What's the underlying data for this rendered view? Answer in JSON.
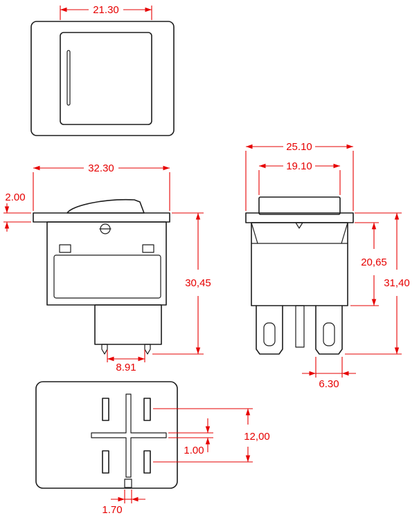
{
  "drawing": {
    "background": "#ffffff",
    "outline_color": "#1c1c1c",
    "dimension_color": "#e60000"
  },
  "views": {
    "top_view": {
      "dimensions": {
        "rocker_width": "21.30"
      }
    },
    "side_view": {
      "dimensions": {
        "flange_width": "32.30",
        "flange_thickness": "2.00",
        "overall_height": "30,45",
        "pin_spacing": "8.91"
      }
    },
    "front_view": {
      "dimensions": {
        "bezel_width": "25.10",
        "rocker_width": "19.10",
        "body_height": "20,65",
        "overall_height": "31,40",
        "terminal_width": "6.30"
      }
    },
    "bottom_view": {
      "dimensions": {
        "terminal_pitch": "12,00",
        "rib_thickness": "1.00",
        "slot_width": "1.70"
      }
    }
  }
}
